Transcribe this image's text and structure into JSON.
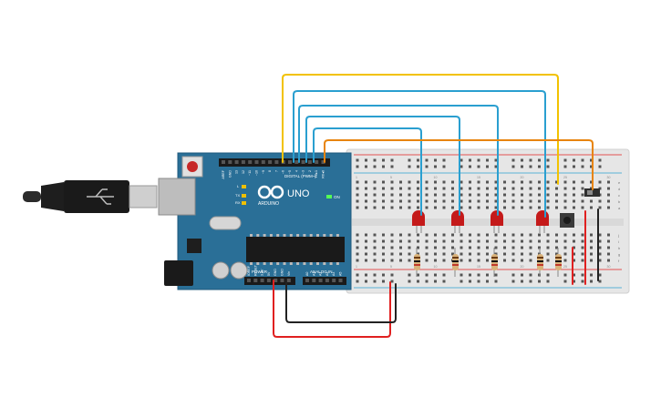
{
  "board": {
    "logo_text": "ARDUINO",
    "model_text": "UNO",
    "digital_header": "DIGITAL (PWM~)",
    "on_label": "ON",
    "power_header": "POWER",
    "analog_header": "ANALOG IN",
    "l_label": "L",
    "tx_label": "TX",
    "rx_label": "RX",
    "digital_pins": [
      "AREF",
      "GND",
      "13",
      "12",
      "~11",
      "~10",
      "~9",
      "8",
      "7",
      "~6",
      "~5",
      "4",
      "~3",
      "2",
      "TX▸1",
      "RX◂0"
    ],
    "power_pins": [
      "IOREF",
      "RESET",
      "3.3V",
      "5V",
      "GND",
      "GND",
      "Vin"
    ],
    "analog_pins": [
      "A0",
      "A1",
      "A2",
      "A3",
      "A4",
      "A5"
    ]
  },
  "breadboard": {
    "row_letters_top": [
      "a",
      "b",
      "c",
      "d",
      "e"
    ],
    "row_letters_bottom": [
      "f",
      "g",
      "h",
      "i",
      "j"
    ],
    "col_numbers": [
      "1",
      "5",
      "10",
      "15",
      "20",
      "25",
      "30"
    ]
  },
  "colors": {
    "board": "#2a6f97",
    "breadboard": "#e8e8e8",
    "wire_yellow": "#f2c200",
    "wire_blue": "#2a9fd0",
    "wire_orange": "#e8840c",
    "wire_red": "#e02020",
    "wire_black": "#222222",
    "led": "#c41a1a",
    "resistor": "#d9b27a"
  }
}
